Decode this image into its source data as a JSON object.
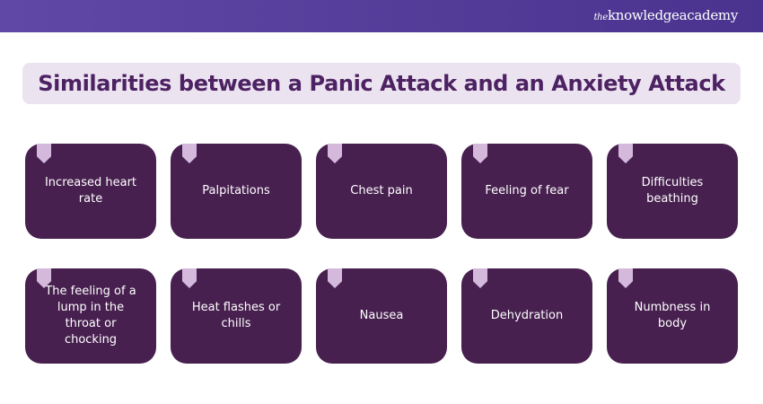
{
  "brand": {
    "prefix": "the",
    "name": "knowledgeacademy"
  },
  "title": "Similarities between a Panic Attack and an Anxiety Attack",
  "items": [
    "Increased heart rate",
    "Palpitations",
    "Chest pain",
    "Feeling of fear",
    "Difficulties beathing",
    "The feeling of a lump in the throat or chocking",
    "Heat flashes or chills",
    "Nausea",
    "Dehydration",
    "Numbness in body"
  ],
  "colors": {
    "header": "#5541a0",
    "card": "#47204f",
    "tag": "#d5b9dd",
    "title_bg": "#ece3f1",
    "title_text": "#4d2262"
  }
}
